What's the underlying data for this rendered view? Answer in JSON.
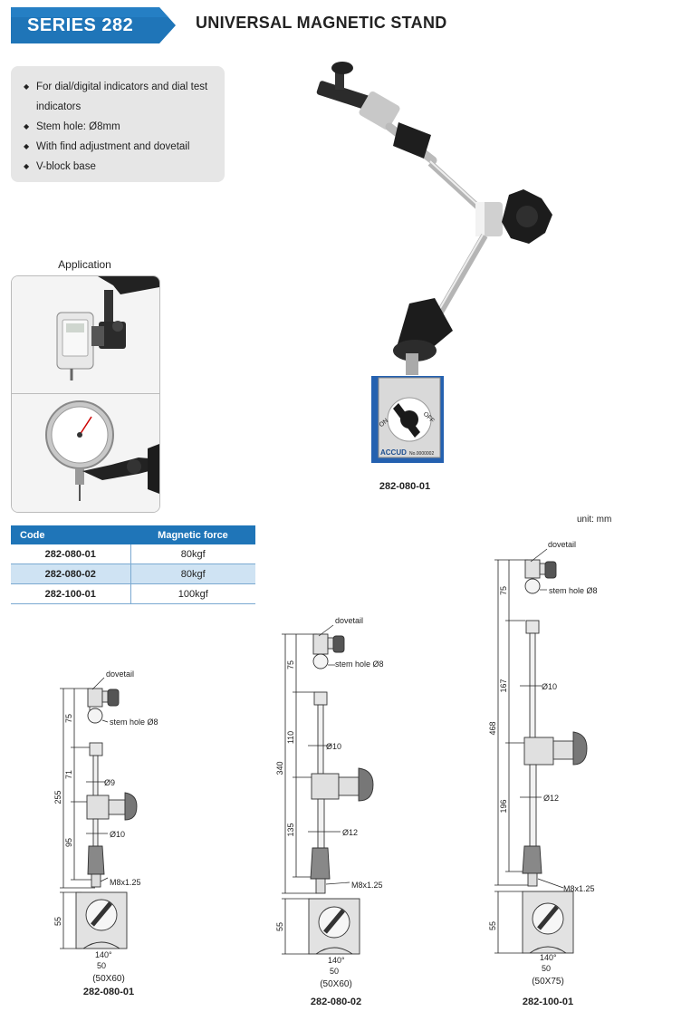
{
  "header": {
    "series": "SERIES 282",
    "title": "UNIVERSAL MAGNETIC STAND",
    "accent_color": "#1f75b8"
  },
  "features": [
    "For dial/digital indicators and dial test indicators",
    "Stem hole: Ø8mm",
    "With find adjustment and dovetail",
    "V-block base"
  ],
  "application_label": "Application",
  "product_photo": {
    "code": "282-080-01",
    "brand": "ACCUD",
    "switch_on": "ON",
    "switch_off": "OFF",
    "serial": "No.0000002"
  },
  "unit": "unit: mm",
  "table": {
    "headers": [
      "Code",
      "Magnetic force"
    ],
    "rows": [
      [
        "282-080-01",
        "80kgf"
      ],
      [
        "282-080-02",
        "80kgf"
      ],
      [
        "282-100-01",
        "100kgf"
      ]
    ]
  },
  "drawings": [
    {
      "code": "282-080-01",
      "base": "(50X60)",
      "labels": [
        "dovetail",
        "stem hole Ø8",
        "Ø9",
        "Ø10",
        "M8x1.25",
        "140°",
        "50"
      ],
      "dims": [
        "255",
        "75",
        "71",
        "95",
        "55"
      ]
    },
    {
      "code": "282-080-02",
      "base": "(50X60)",
      "labels": [
        "dovetail",
        "stem hole Ø8",
        "Ø10",
        "Ø12",
        "M8x1.25",
        "140°",
        "50"
      ],
      "dims": [
        "340",
        "75",
        "110",
        "135",
        "55"
      ]
    },
    {
      "code": "282-100-01",
      "base": "(50X75)",
      "labels": [
        "dovetail",
        "stem hole Ø8",
        "Ø10",
        "Ø12",
        "M8x1.25",
        "140°",
        "50"
      ],
      "dims": [
        "468",
        "75",
        "167",
        "196",
        "55"
      ]
    }
  ]
}
